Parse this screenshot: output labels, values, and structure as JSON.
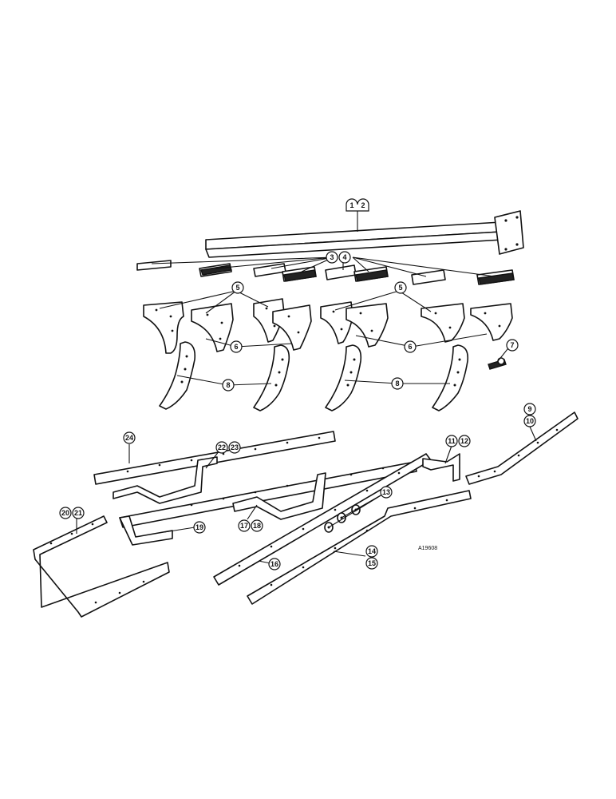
{
  "drawing_ref": "A19608",
  "callouts": {
    "c1": "1",
    "c2": "2",
    "c3": "3",
    "c4": "4",
    "c5a": "5",
    "c5b": "5",
    "c6a": "6",
    "c6b": "6",
    "c7": "7",
    "c8a": "8",
    "c8b": "8",
    "c9": "9",
    "c10": "10",
    "c11": "11",
    "c12": "12",
    "c13": "13",
    "c14": "14",
    "c15": "15",
    "c16": "16",
    "c17": "17",
    "c18": "18",
    "c19": "19",
    "c20": "20",
    "c21": "21",
    "c22": "22",
    "c23": "23",
    "c24": "24"
  }
}
